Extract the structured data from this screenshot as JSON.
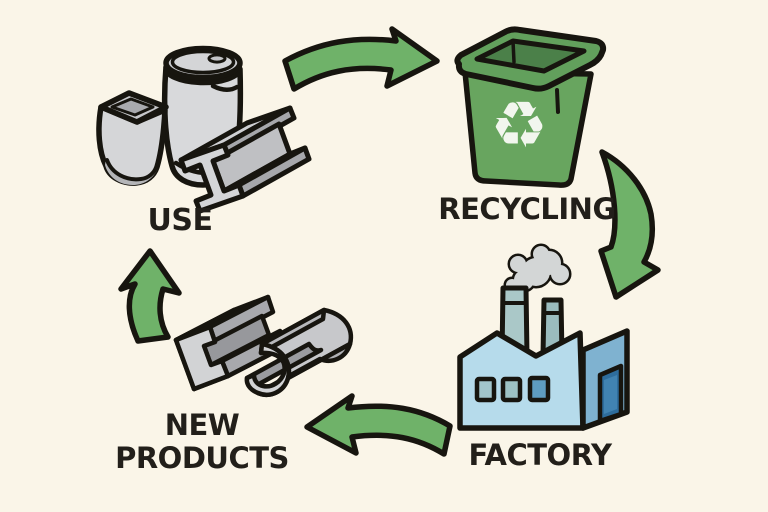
{
  "diagram": {
    "type": "cycle",
    "subject": "metal-recycling-cycle",
    "background_color": "#faf5e8",
    "outline_color": "#17150f",
    "text_color": "#221f1a",
    "nodes": [
      {
        "id": "use",
        "label": "USE",
        "icon": "scrap-metal-cans-and-beam"
      },
      {
        "id": "recycling",
        "label": "RECYCLING",
        "icon": "green-recycling-bin"
      },
      {
        "id": "factory",
        "label": "FACTORY",
        "icon": "blue-factory-with-chimneys"
      },
      {
        "id": "new-products",
        "label_line1": "NEW",
        "label_line2": "PRODUCTS",
        "icon": "metal-channel-profiles"
      }
    ],
    "arrows": [
      {
        "from": "use",
        "to": "recycling",
        "direction": "right"
      },
      {
        "from": "recycling",
        "to": "factory",
        "direction": "down"
      },
      {
        "from": "factory",
        "to": "new-products",
        "direction": "left"
      },
      {
        "from": "new-products",
        "to": "use",
        "direction": "up"
      }
    ],
    "colors": {
      "arrow_green": "#6fb269",
      "bin_green": "#68a55f",
      "bin_rim_green": "#62a05c",
      "bin_interior_green": "#4b8049",
      "metal_light": "#d7d8da",
      "metal_mid": "#b9babd",
      "metal_dark": "#9c9da1",
      "factory_front_blue": "#b6dbeb",
      "factory_side_blue": "#7fb2d0",
      "window_teal": "#a2c5cb",
      "window_blue": "#5e9cc0",
      "chimney_gray": "#aac8c8",
      "door_blue": "#2e6d9d",
      "smoke_gray": "#d3d6d6"
    }
  },
  "icons": {
    "recycle_glyph": "♻"
  }
}
